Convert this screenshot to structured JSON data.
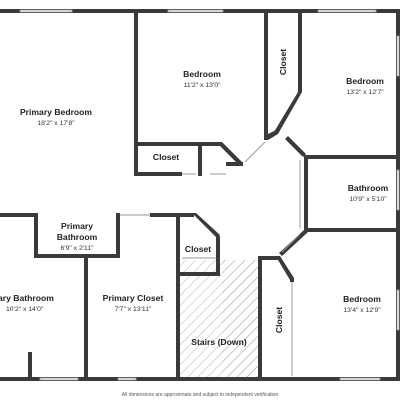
{
  "rooms": {
    "primary_bedroom": {
      "name": "Primary Bedroom",
      "dims": "18'2\" x 17'8\""
    },
    "bedroom_1": {
      "name": "Bedroom",
      "dims": "11'2\" x 13'0\""
    },
    "bedroom_2": {
      "name": "Bedroom",
      "dims": "13'2\" x 12'7\""
    },
    "bathroom": {
      "name": "Bathroom",
      "dims": "10'9\" x 5'10\""
    },
    "primary_bathroom_small": {
      "name_line1": "Primary",
      "name_line2": "Bathroom",
      "dims": "6'9\" x 2'11\""
    },
    "primary_bathroom_main": {
      "name": "ary Bathroom",
      "dims": "10'2\" x 14'0\""
    },
    "primary_closet": {
      "name": "Primary Closet",
      "dims": "7'7\" x 13'11\""
    },
    "bedroom_3": {
      "name": "Bedroom",
      "dims": "13'4\" x 12'9\""
    },
    "stairs": {
      "name": "Stairs (Down)"
    }
  },
  "closets": {
    "closet_a": "Closet",
    "closet_b": "Closet",
    "closet_c": "Closet",
    "closet_d": "Closet"
  },
  "footer": "All dimensions are approximate and subject to independent verification",
  "colors": {
    "wall": "#3a3a3a",
    "stairs_hatch": "#9e9e9e",
    "background": "#ffffff"
  }
}
